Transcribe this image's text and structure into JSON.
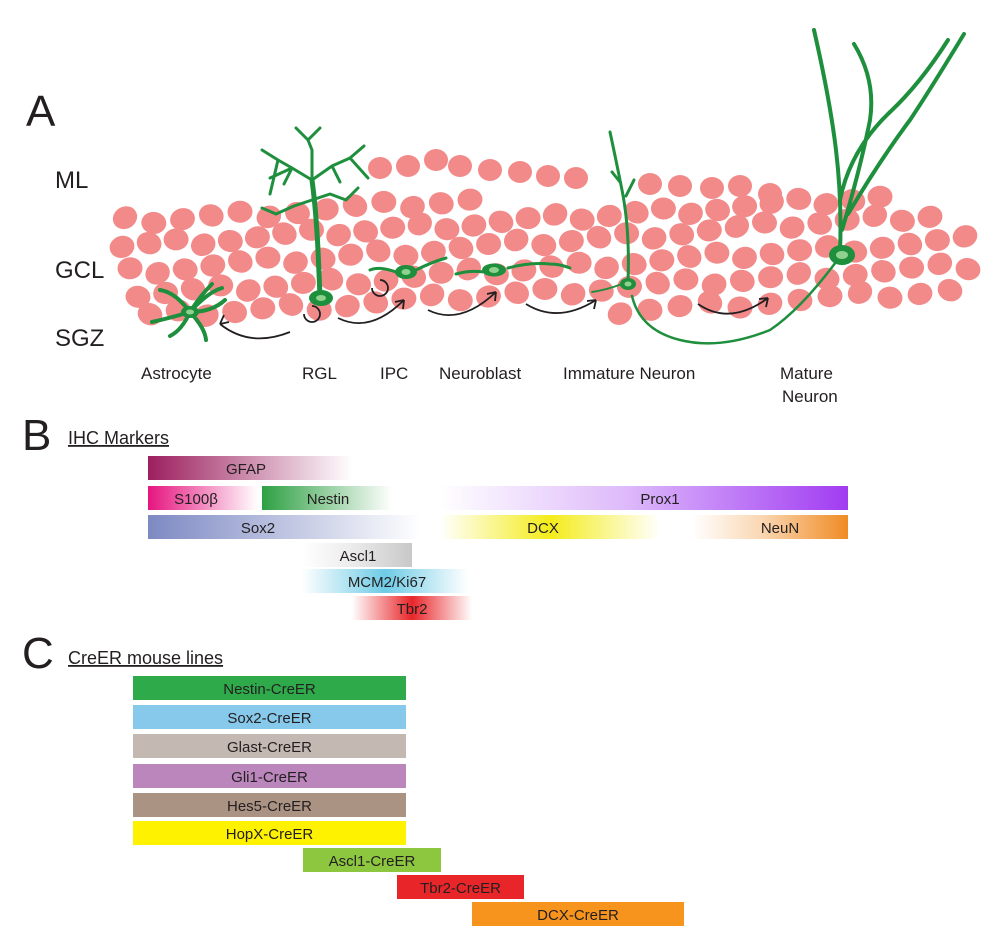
{
  "panel_a": {
    "letter": "A",
    "layers": [
      "ML",
      "GCL",
      "SGZ"
    ],
    "stages": [
      "Astrocyte",
      "RGL",
      "IPC",
      "Neuroblast",
      "Immature Neuron",
      "Mature",
      "Neuron"
    ]
  },
  "panel_b": {
    "letter": "B",
    "title": "IHC Markers",
    "markers": [
      {
        "label": "GFAP",
        "color": "#9c1f5e"
      },
      {
        "label": "S100β",
        "color": "#e6147f"
      },
      {
        "label": "Nestin",
        "color": "#2ea043"
      },
      {
        "label": "Prox1",
        "color": "#a13cf2"
      },
      {
        "label": "Sox2",
        "color": "#7d89c3"
      },
      {
        "label": "DCX",
        "color": "#f4ec1a"
      },
      {
        "label": "NeuN",
        "color": "#f08b24"
      },
      {
        "label": "Ascl1",
        "color": "#c8c8c8"
      },
      {
        "label": "MCM2/Ki67",
        "color": "#6ecbe6"
      },
      {
        "label": "Tbr2",
        "color": "#e8262a"
      }
    ]
  },
  "panel_c": {
    "letter": "C",
    "title": "CreER mouse lines",
    "lines": [
      {
        "label": "Nestin-CreER",
        "color": "#2eaa4a"
      },
      {
        "label": "Sox2-CreER",
        "color": "#87c9ea"
      },
      {
        "label": "Glast-CreER",
        "color": "#c4b9b2"
      },
      {
        "label": "Gli1-CreER",
        "color": "#bb86bc"
      },
      {
        "label": "Hes5-CreER",
        "color": "#ab9384"
      },
      {
        "label": "HopX-CreER",
        "color": "#fff200"
      },
      {
        "label": "Ascl1-CreER",
        "color": "#8dc63f"
      },
      {
        "label": "Tbr2-CreER",
        "color": "#e8262a"
      },
      {
        "label": "DCX-CreER",
        "color": "#f7941d"
      }
    ]
  }
}
